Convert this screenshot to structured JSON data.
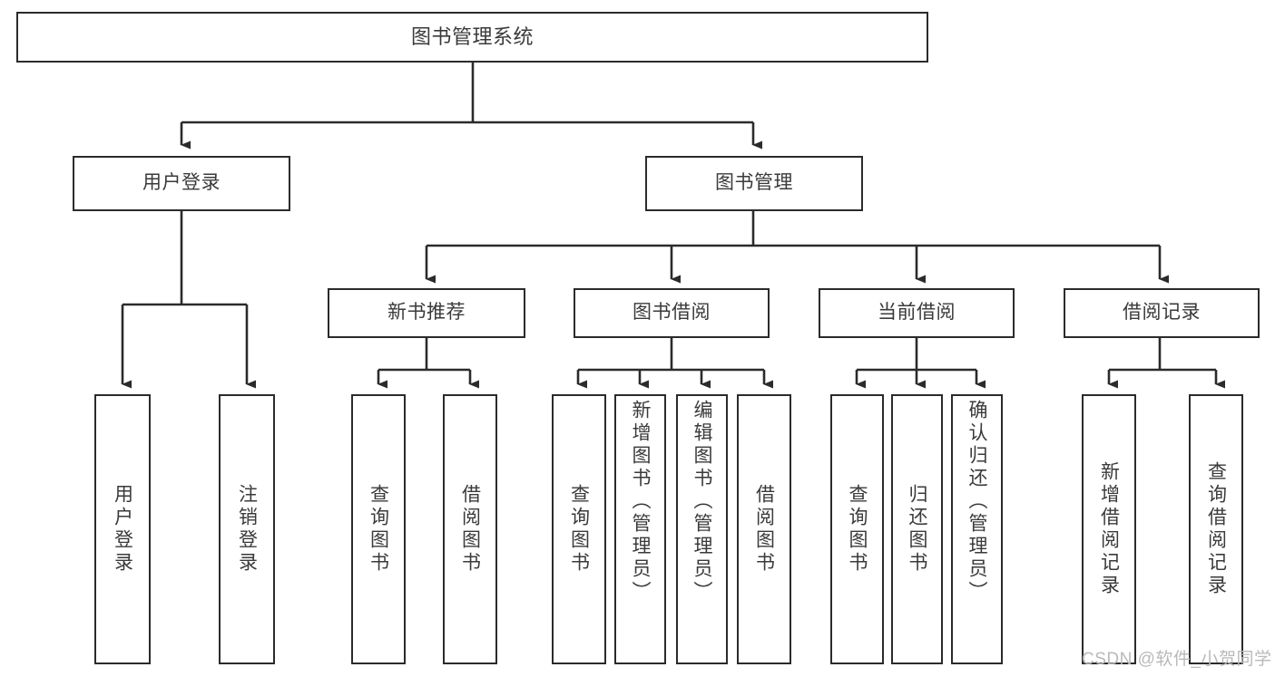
{
  "diagram": {
    "title": "图书管理系统",
    "type": "tree",
    "colors": {
      "box_border": "#2b2b2b",
      "box_fill": "#ffffff",
      "connector": "#2b2b2b",
      "text": "#3a3a3a",
      "watermark": "#b9b9b9",
      "background": "#ffffff"
    },
    "watermark": "CSDN @软件_小贺同学"
  },
  "nodes": {
    "root": {
      "label": "图书管理系统"
    },
    "level2": [
      {
        "id": "user-login",
        "label": "用户登录"
      },
      {
        "id": "book-management",
        "label": "图书管理"
      }
    ],
    "level3": [
      {
        "id": "new-book-recommend",
        "label": "新书推荐"
      },
      {
        "id": "book-borrow",
        "label": "图书借阅"
      },
      {
        "id": "current-borrow",
        "label": "当前借阅"
      },
      {
        "id": "borrow-record",
        "label": "借阅记录"
      }
    ],
    "leaves": {
      "user_login": [
        {
          "id": "user-login-leaf",
          "label": "用户登录"
        },
        {
          "id": "logout-leaf",
          "label": "注销登录"
        }
      ],
      "new_book_recommend": [
        {
          "id": "query-book-1",
          "label": "查询图书"
        },
        {
          "id": "borrow-book-1",
          "label": "借阅图书"
        }
      ],
      "book_borrow": [
        {
          "id": "query-book-2",
          "label": "查询图书"
        },
        {
          "id": "add-book",
          "label": "新增图书（管理员）"
        },
        {
          "id": "edit-book",
          "label": "编辑图书（管理员）"
        },
        {
          "id": "borrow-book-2",
          "label": "借阅图书"
        }
      ],
      "current_borrow": [
        {
          "id": "query-book-3",
          "label": "查询图书"
        },
        {
          "id": "return-book",
          "label": "归还图书"
        },
        {
          "id": "confirm-return",
          "label": "确认归还（管理员）"
        }
      ],
      "borrow_record": [
        {
          "id": "add-borrow-record",
          "label": "新增借阅记录"
        },
        {
          "id": "query-borrow-record",
          "label": "查询借阅记录"
        }
      ]
    }
  }
}
